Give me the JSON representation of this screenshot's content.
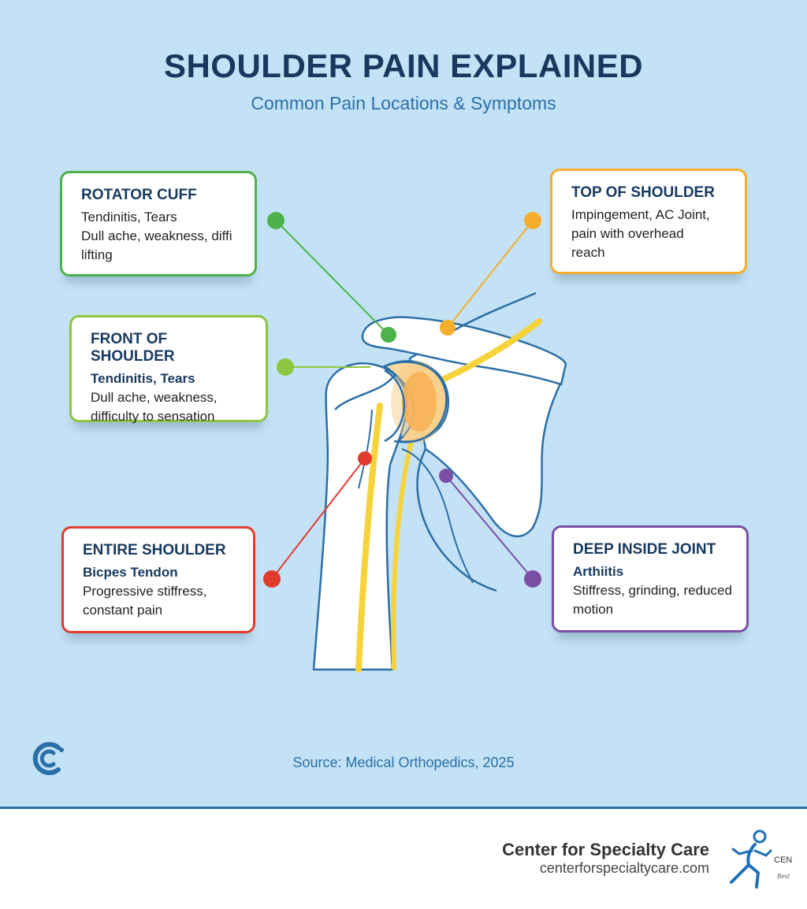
{
  "header": {
    "title": "SHOULDER PAIN EXPLAINED",
    "subtitle": "Common Pain Locations & Symptoms"
  },
  "cards": {
    "rotator_cuff": {
      "title": "ROTATOR CUFF",
      "subtitle": "Tendinitis, Tears",
      "description": "Dull ache, weakness, diffi\nlifting",
      "color": "#4cb34a"
    },
    "top_of_shoulder": {
      "title": "TOP OF SHOULDER",
      "subtitle": "Impingement, AC Joint,",
      "description": "pain with overhead\nreach",
      "color": "#f5ad2c"
    },
    "front_of_shoulder": {
      "title": "FRONT OF SHOULDER",
      "subtitle": "Tendinitis, Tears",
      "description": "Dull ache, weakness,\ndifficulty to sensation",
      "color": "#8cc63f"
    },
    "entire_shoulder": {
      "title": "ENTIRE SHOULDER",
      "subtitle": "Bicpes Tendon",
      "description": "Progressive stiffress,\nconstant pain",
      "color": "#e03c2d"
    },
    "deep_inside_joint": {
      "title": "DEEP INSIDE JOINT",
      "subtitle": "Arthiitis",
      "description": "Stiffress, grinding, reduced\nmotion",
      "color": "#7a4fa3"
    }
  },
  "footer": {
    "source": "Source: Medical Orthopedics, 2025",
    "org_name": "Center for Specialty Care",
    "org_url": "centerforspecialtycare.com",
    "emblem_abbr": "CEN",
    "emblem_tag": "Best",
    "logo_icon": "c-logo-icon",
    "emblem_icon": "running-figure-icon"
  },
  "colors": {
    "background": "#c4e2f5",
    "title": "#17395f",
    "accent": "#2a6fa8",
    "bone_outline": "#2c6ea6",
    "tendon": "#f6d33a",
    "joint_highlight": "#f7a13a"
  }
}
